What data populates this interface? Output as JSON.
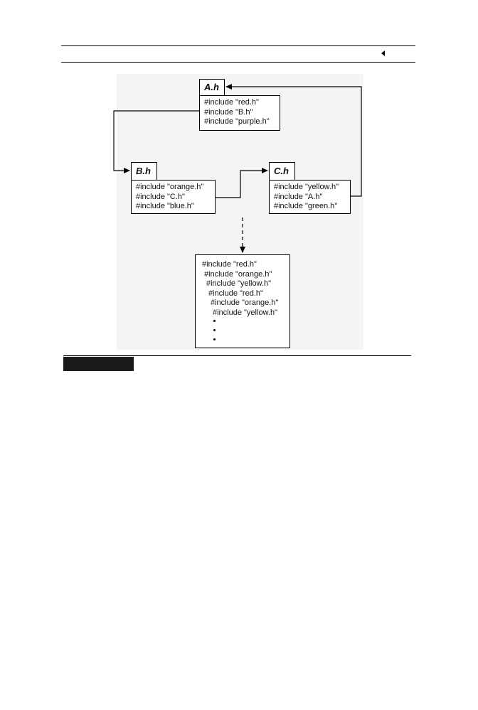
{
  "headers": {
    "a": "A.h",
    "b": "B.h",
    "c": "C.h"
  },
  "files": {
    "a": [
      "#include \"red.h\"",
      "#include \"B.h\"",
      "#include \"purple.h\""
    ],
    "b": [
      "#include \"orange.h\"",
      "#include \"C.h\"",
      "#include \"blue.h\""
    ],
    "c": [
      "#include \"yellow.h\"",
      "#include \"A.h\"",
      "#include \"green.h\""
    ]
  },
  "expansion": {
    "lines": [
      "#include \"red.h\"",
      "#include \"orange.h\"",
      "#include \"yellow.h\"",
      "#include \"red.h\"",
      "#include \"orange.h\"",
      "#include \"yellow.h\""
    ],
    "ellipsis_dots": 3
  }
}
